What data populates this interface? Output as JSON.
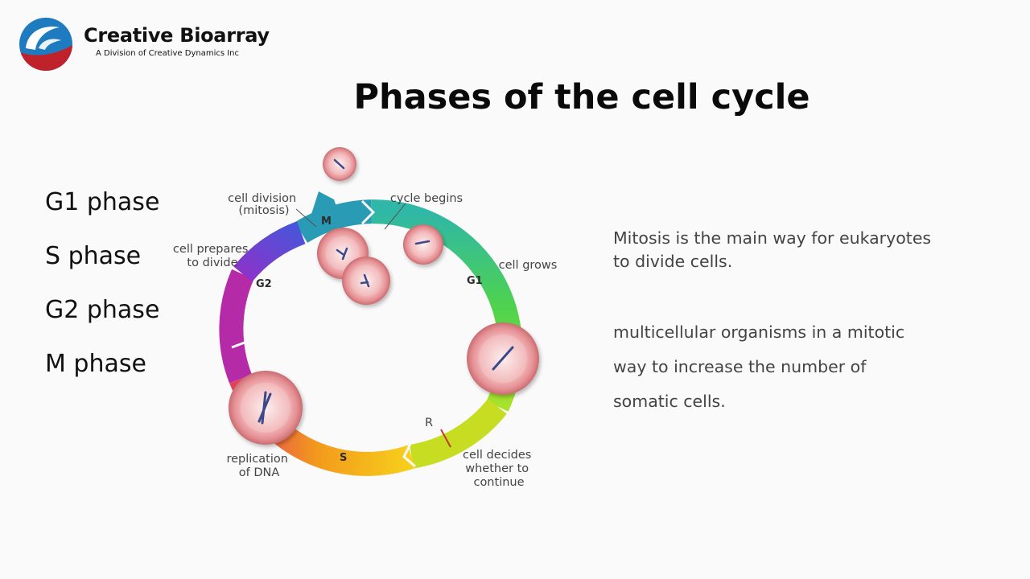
{
  "brand": {
    "name": "Creative Bioarray",
    "subtitle": "A Division of Creative Dynamics Inc"
  },
  "title": "Phases of the cell cycle",
  "phases": [
    "G1 phase",
    "S phase",
    "G2 phase",
    "M phase"
  ],
  "diagram": {
    "segment_labels": {
      "m": "M",
      "g1": "G1",
      "s": "S",
      "g2": "G2",
      "r": "R"
    },
    "annotations": {
      "cell_division": [
        "cell division",
        "(mitosis)"
      ],
      "cycle_begins": "cycle begins",
      "cell_grows": "cell grows",
      "cell_prepares": [
        "cell prepares",
        "to divide"
      ],
      "replication": [
        "replication",
        "of DNA"
      ],
      "cell_decides": [
        "cell decides",
        "whether to",
        "continue"
      ]
    }
  },
  "description": {
    "paragraph1": [
      "Mitosis is the main way for eukaryotes",
      "to divide cells."
    ],
    "paragraph2": [
      "multicellular organisms in a mitotic",
      "way to increase the number of",
      "somatic cells."
    ]
  },
  "colors": {
    "logo_blue": "#1e7bbf",
    "logo_red": "#c0222c",
    "title": "#0a0a0a",
    "body_text": "#444444"
  }
}
